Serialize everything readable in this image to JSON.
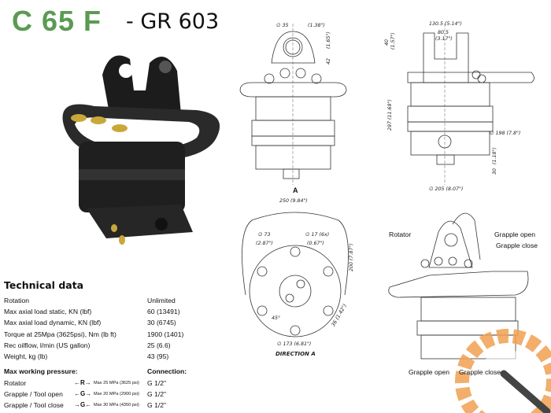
{
  "title": {
    "model": "C 65 F",
    "code": "- GR 603"
  },
  "colors": {
    "title_green": "#5b9a52",
    "watermark_orange": "#f0a050"
  },
  "technical_data": {
    "heading": "Technical data",
    "rows": [
      {
        "label": "Rotation",
        "value": "Unlimited"
      },
      {
        "label": "Max axial load static, KN (lbf)",
        "value": "60 (13491)"
      },
      {
        "label": "Max axial load dynamic, KN (lbf)",
        "value": "30 (6745)"
      },
      {
        "label": "Torque at 25Mpa (3625psi), Nm (lb ft)",
        "value": "1900 (1401)"
      },
      {
        "label": "Rec oilflow, l/min (US gallon)",
        "value": "25 (6.6)"
      },
      {
        "label": "Weight, kg (lb)",
        "value": "43 (95)"
      }
    ],
    "pressure_heading": "Max working pressure:",
    "connection_heading": "Connection:",
    "pressure_rows": [
      {
        "label": "Rotator",
        "symbol": "←R→",
        "pressure": "Max 25 MPa (3625 psi)",
        "connection": "G 1/2\""
      },
      {
        "label": "Grapple / Tool open",
        "symbol": "←G→",
        "pressure": "Max 20 MPa (2900 psi)",
        "connection": "G 1/2\""
      },
      {
        "label": "Grapple / Tool close",
        "symbol": "→G←",
        "pressure": "Max 30 MPa (4350 psi)",
        "connection": "G 1/2\""
      }
    ]
  },
  "dimensions": {
    "front": {
      "pin_dia": "∅ 35",
      "pin_dia_in": "(1.38\")",
      "pin_height": "42",
      "pin_height_in": "(1.65\")",
      "view_marker": "A"
    },
    "side": {
      "width": "130.5 (5.14\")",
      "inner": "80.5",
      "inner_in": "(3.17\")",
      "top": "40",
      "top_in": "(1.57\")",
      "height": "297 (11.69\")",
      "dia": "∅ 198 (7.8\")",
      "base": "30",
      "base_in": "(1.18\")",
      "base_dia": "∅ 205 (8.07\")"
    },
    "direction_a": {
      "width": "250 (9.84\")",
      "d73": "∅ 73",
      "d73_in": "(2.87\")",
      "d17": "∅ 17 (6x)",
      "d17_in": "(0.67\")",
      "height": "200 (7.87\")",
      "angle": "45°",
      "offset": "36 (1.42\")",
      "bolt_circle": "∅ 173 (6.81\")",
      "caption": "DIRECTION A"
    }
  },
  "iso_view_labels": {
    "rotator": "Rotator",
    "grapple_open_top": "Grapple open",
    "grapple_close_top": "Grapple close",
    "grapple_open_bottom": "Grapple open",
    "grapple_close_bottom": "Grapple close"
  }
}
